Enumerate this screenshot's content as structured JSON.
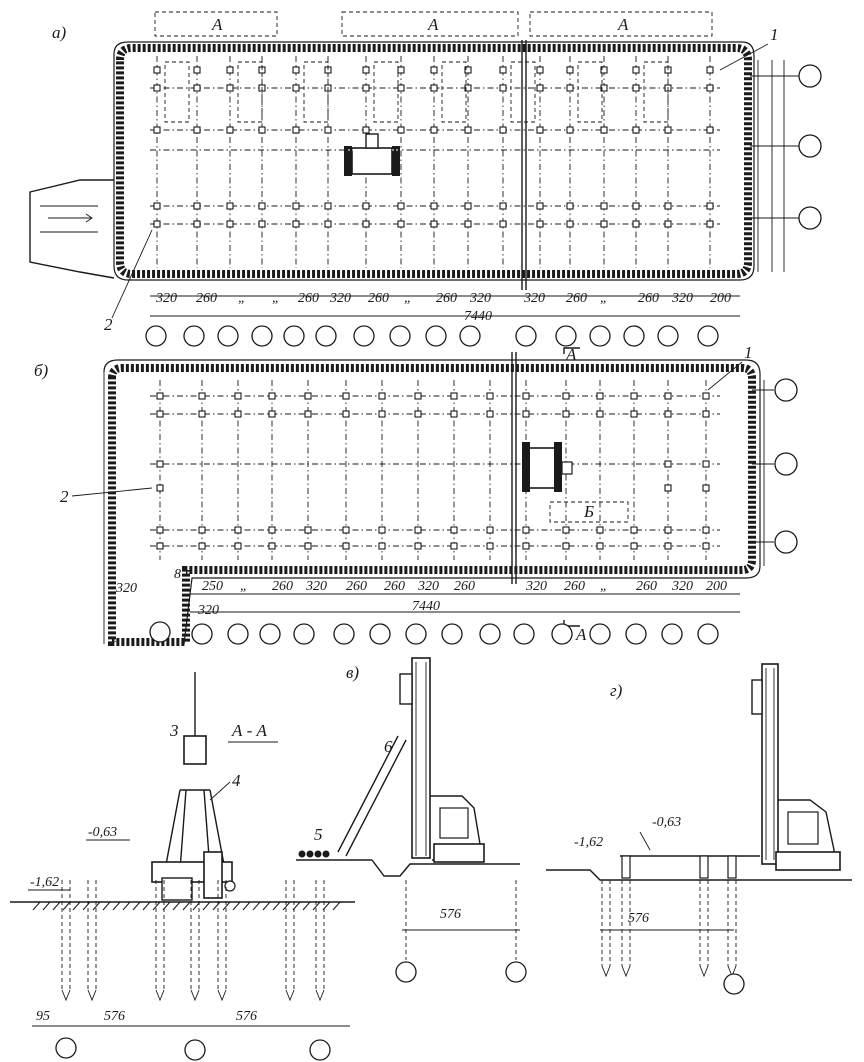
{
  "panels": {
    "a": "а)",
    "b": "б)",
    "v": "в)",
    "g": "г)"
  },
  "plan_a": {
    "zone_labels": [
      "А",
      "А",
      "А"
    ],
    "callout_1": "1",
    "callout_2": "2",
    "dims": [
      "320",
      "260",
      "„",
      "„",
      "260",
      "320",
      "260",
      "„",
      "260",
      "320",
      "320",
      "260",
      "„",
      "260",
      "320",
      "200"
    ],
    "total": "7440"
  },
  "plan_b": {
    "callout_1": "1",
    "callout_2": "2",
    "section_mark_top": "А",
    "section_mark_bottom": "А",
    "zone_label": "Б",
    "left_dims": [
      "320",
      "8",
      "320"
    ],
    "dims": [
      "250",
      "„",
      "260",
      "320",
      "260",
      "260",
      "320",
      "260",
      "320",
      "260",
      "„",
      "260",
      "320",
      "200"
    ],
    "total": "7440"
  },
  "section_aa": {
    "title": "А - А",
    "callout_3": "3",
    "callout_4": "4",
    "level_1": "-1,62",
    "level_2": "-0,63",
    "dims": [
      "95",
      "576",
      "576"
    ]
  },
  "section_v": {
    "callout_5": "5",
    "callout_6": "6",
    "dim": "576"
  },
  "section_g": {
    "level_1": "-1,62",
    "level_2": "-0,63",
    "dim": "576"
  }
}
